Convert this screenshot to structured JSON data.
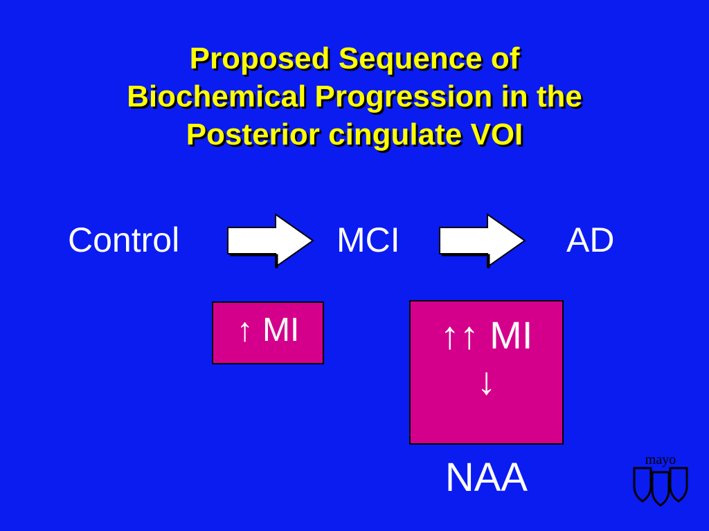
{
  "title": {
    "line1": "Proposed Sequence of",
    "line2": "Biochemical Progression in the",
    "line3": "Posterior cingulate VOI"
  },
  "stages": {
    "control": "Control",
    "mci": "MCI",
    "ad": "AD"
  },
  "mci_change": {
    "text": "↑ MI"
  },
  "ad_change": {
    "line1": "↑↑ MI",
    "line2": "↓",
    "naa": "NAA"
  },
  "logo": {
    "text": "mayo"
  },
  "colors": {
    "background": "#0a1cf0",
    "title": "#ffff00",
    "box": "#d4008c",
    "text": "#ffffff"
  }
}
